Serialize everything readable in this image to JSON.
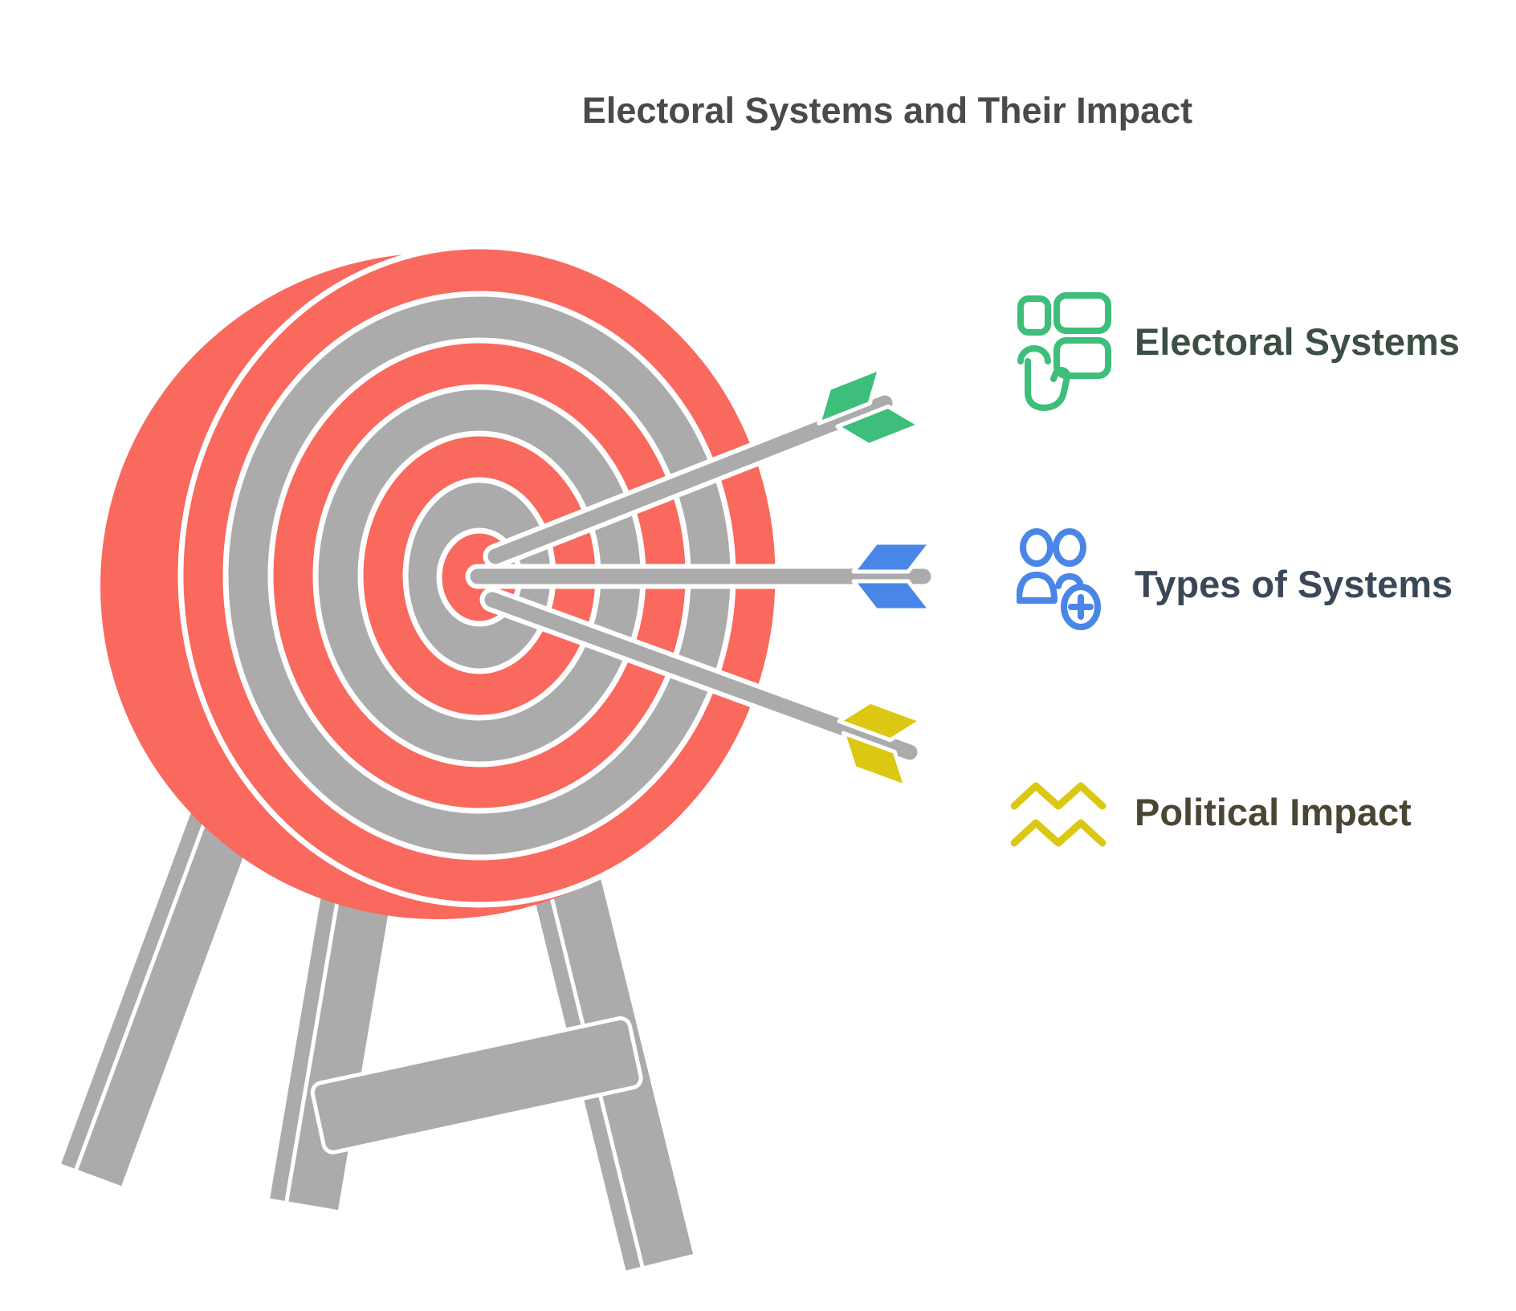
{
  "title": "Electoral Systems and Their Impact",
  "legend": {
    "items": [
      {
        "label": "Electoral Systems",
        "icon": "ballot-choice-icon",
        "accent_color": "#3DBE7B",
        "label_color": "#3D4F44"
      },
      {
        "label": "Types of Systems",
        "icon": "users-plus-icon",
        "accent_color": "#4A86E8",
        "label_color": "#3A4757"
      },
      {
        "label": "Political Impact",
        "icon": "waves-icon",
        "accent_color": "#DCC713",
        "label_color": "#4A4633"
      }
    ]
  },
  "illustration": {
    "name": "archery-target-with-three-arrows-on-stand",
    "ring_colors": [
      "#F9695E",
      "#ABABAB"
    ],
    "ring_count": 7,
    "stand_color": "#ABABAB",
    "arrow_shaft_color": "#ABABAB",
    "arrow_fletching_colors": [
      "#3DBE7B",
      "#4A86E8",
      "#DCC713"
    ],
    "background_color": "#FFFFFF",
    "title_color": "#4A4A4A"
  }
}
